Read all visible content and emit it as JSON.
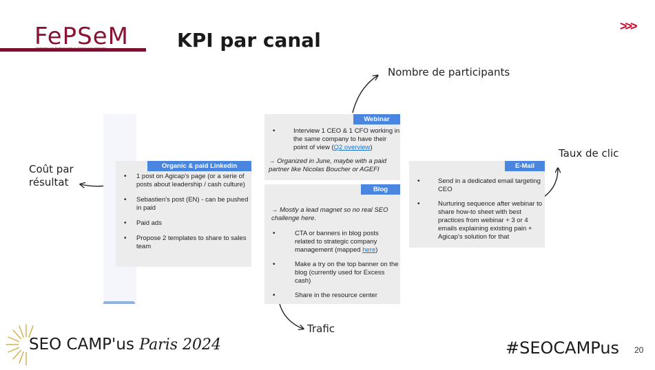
{
  "brand": {
    "logo_text": "FePSeM",
    "logo_subtitle": "Fédération des Professionnels du Search et du Marketing",
    "accent_color": "#8c1233",
    "chevron_color": "#c8102e"
  },
  "slide": {
    "title": "KPI par canal",
    "chevrons": ">>>",
    "page_number": "20"
  },
  "annotations": {
    "participants": "Nombre de participants",
    "cost_line1": "Coût par",
    "cost_line2": "résultat",
    "click_rate": "Taux de clic",
    "traffic": "Trafic"
  },
  "cards": {
    "linkedin": {
      "label": "Organic & paid Linkedin",
      "items": [
        "1 post on Agicap's page (or a serie of posts about leadership / cash culture)",
        "Sebastien's post (EN) - can be pushed in paid",
        "Paid ads",
        "Propose 2 templates to share to sales team"
      ]
    },
    "webinar": {
      "label": "Webinar",
      "item_text": "Interview 1 CEO & 1 CFO working in the same company to have their point of view (",
      "item_link": "Q2 overview",
      "item_end": ")",
      "note": "→ Organized in June, maybe with a paid partner like Nicolas Boucher or AGEFI"
    },
    "blog": {
      "label": "Blog",
      "note": "→ Mostly a lead magnet so no real SEO challenge here.",
      "item1_text": "CTA or banners in blog posts related to strategic company management (mapped ",
      "item1_link": "here",
      "item1_end": ")",
      "item2": "Make a try on the top banner on the blog (currently used for Excess cash)",
      "item3": "Share in the resource center"
    },
    "email": {
      "label": "E-Mail",
      "items": [
        "Send in a dedicated email targeting CEO",
        "Nurturing sequence after webinar to share how-to sheet with best practices from webinar + 3 or 4 emails explaining existing pain + Agicap's solution for that"
      ]
    }
  },
  "footer": {
    "event_name": "SEO CAMP'us",
    "event_city_year": "Paris 2024",
    "hashtag": "#SEOCAMPus"
  },
  "colors": {
    "card_bg": "#ececec",
    "card_label_bg": "#4a86e0",
    "link": "#1a73c8"
  }
}
